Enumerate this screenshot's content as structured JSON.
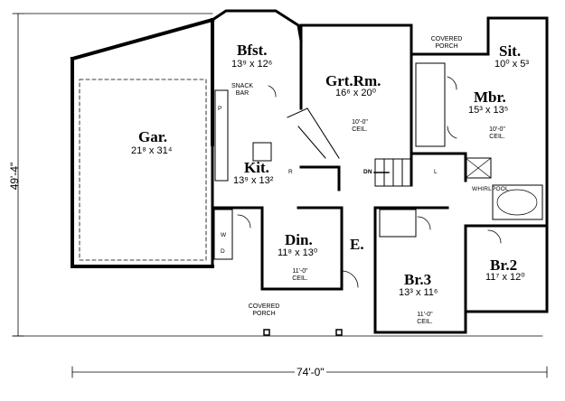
{
  "overall": {
    "width": "74'-0\"",
    "depth": "49'-4\""
  },
  "rooms": {
    "garage": {
      "name": "Gar.",
      "size": "21⁸ x 31⁴"
    },
    "breakfast": {
      "name": "Bfst.",
      "size": "13⁹ x 12⁶"
    },
    "great": {
      "name": "Grt.Rm.",
      "size": "16⁶ x 20⁰",
      "ceiling": "10'-0\" CEIL."
    },
    "sitting": {
      "name": "Sit.",
      "size": "10⁰ x 5³"
    },
    "master": {
      "name": "Mbr.",
      "size": "15³ x 13⁵",
      "ceiling": "10'-0\" CEIL."
    },
    "kitchen": {
      "name": "Kit.",
      "size": "13⁹ x 13²"
    },
    "dining": {
      "name": "Din.",
      "size": "11⁸ x 13⁰",
      "ceiling": "11'-0\" CEIL."
    },
    "entry": {
      "name": "E."
    },
    "bed3": {
      "name": "Br.3",
      "size": "13³ x 11⁶",
      "ceiling": "11'-0\" CEIL."
    },
    "bed2": {
      "name": "Br.2",
      "size": "11⁷ x 12⁰"
    }
  },
  "labels": {
    "covered_porch_top": "COVERED PORCH",
    "covered_porch_bottom": "COVERED PORCH",
    "snack_bar": "SNACK BAR",
    "whirlpool": "WHIRLPOOL",
    "down": "DN",
    "pantry": "P",
    "refrigerator": "R",
    "washer": "W",
    "dryer": "D",
    "linen": "L"
  }
}
